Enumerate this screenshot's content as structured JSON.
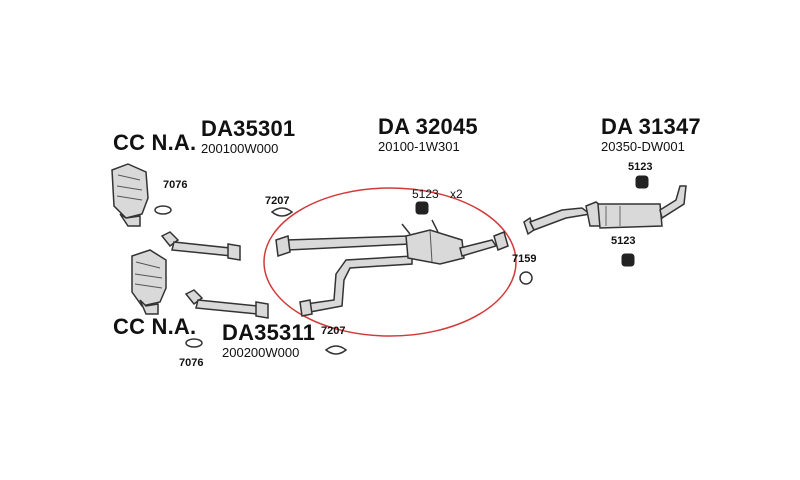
{
  "colors": {
    "highlight": "#d23a3a",
    "line": "#333333",
    "fill": "#d9d9d9",
    "dark": "#222222"
  },
  "labels": {
    "cc_top": "CC N.A.",
    "cc_bottom": "CC N.A.",
    "kit_top_title": "DA35301",
    "kit_top_code": "200100W000",
    "kit_bottom_title": "DA35311",
    "kit_bottom_code": "200200W000",
    "mid_title": "DA 32045",
    "mid_code": "20100-1W301",
    "rear_title": "DA 31347",
    "rear_code": "20350-DW001"
  },
  "parts": {
    "gasket_top": "7076",
    "gasket_bottom": "7076",
    "flange_left_top": "7207",
    "flange_left_bottom": "7207",
    "hanger_mid": "5123",
    "hanger_mid_qty": "x2",
    "ring_right": "7159",
    "hanger_rear_top": "5123",
    "hanger_rear_bottom": "5123"
  }
}
